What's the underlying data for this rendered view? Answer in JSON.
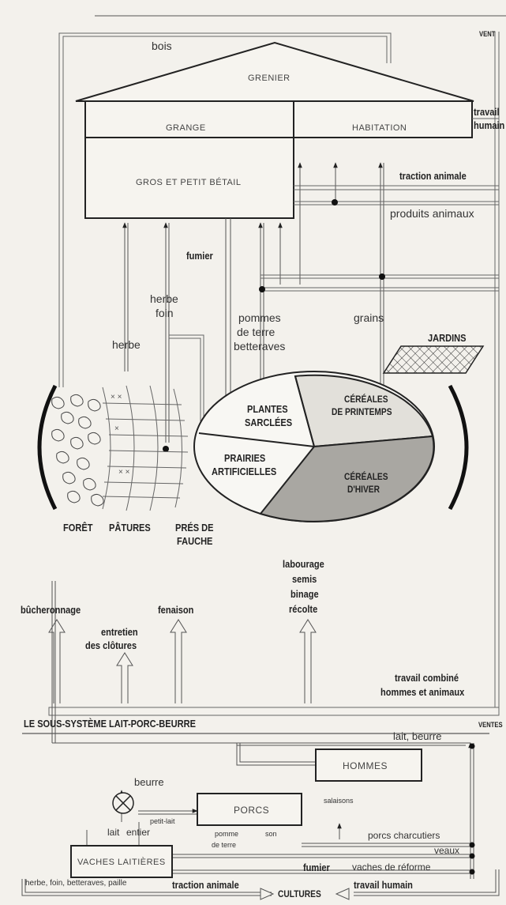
{
  "top": {
    "ventes": "VENT",
    "bois": "bois",
    "grenier": "GRENIER",
    "grange": "GRANGE",
    "habitation": "HABITATION",
    "gros_betail": "GROS ET PETIT BÉTAIL",
    "travail": "travail",
    "humain": "humain",
    "traction_animale": "traction animale",
    "produits_animaux": "produits animaux",
    "fumier": "fumier",
    "herbe_foin_1": "herbe",
    "herbe_foin_2": "foin",
    "herbe": "herbe",
    "pommes_1": "pommes",
    "pommes_2": "de terre",
    "pommes_3": "betteraves",
    "grains": "grains",
    "jardins": "JARDINS",
    "plantes_1": "PLANTES",
    "plantes_2": "SARCLÉES",
    "cereales_p_1": "CÉRÉALES",
    "cereales_p_2": "DE PRINTEMPS",
    "prairies_1": "PRAIRIES",
    "prairies_2": "ARTIFICIELLES",
    "cereales_h_1": "CÉRÉALES",
    "cereales_h_2": "D'HIVER",
    "foret": "FORÊT",
    "patures": "PÂTURES",
    "pres_1": "PRÉS DE",
    "pres_2": "FAUCHE",
    "labourage_1": "labourage",
    "labourage_2": "semis",
    "labourage_3": "binage",
    "labourage_4": "récolte",
    "bucheronnage": "bûcheronnage",
    "entretien_1": "entretien",
    "entretien_2": "des clôtures",
    "fenaison": "fenaison",
    "travail_combine_1": "travail combiné",
    "travail_combine_2": "hommes et animaux"
  },
  "bottom": {
    "title": "LE SOUS-SYSTÈME LAIT-PORC-BEURRE",
    "ventes": "VENTES",
    "lait_beurre": "lait, beurre",
    "beurre": "beurre",
    "hommes": "HOMMES",
    "petit_lait": "petit-lait",
    "porcs": "PORCS",
    "salaisons": "salaisons",
    "lait_entier_1": "lait",
    "lait_entier_2": "entier",
    "pomme_1": "pomme",
    "pomme_2": "de terre",
    "son": "son",
    "porcs_charcutiers": "porcs charcutiers",
    "veaux": "veaux",
    "vaches_laitieres": "VACHES LAITIÈRES",
    "fumier": "fumier",
    "vaches_reforme": "vaches de réforme",
    "herbe_foin": "herbe, foin, betteraves, paille",
    "traction_animale": "traction animale",
    "cultures": "CULTURES",
    "travail_humain": "travail humain"
  }
}
